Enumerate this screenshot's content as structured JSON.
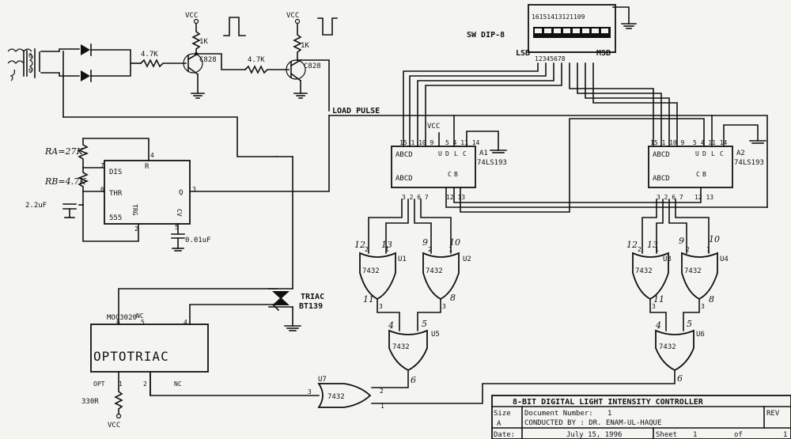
{
  "title_block": {
    "title": "8-BIT DIGITAL LIGHT INTENSITY CONTROLLER",
    "size_label": "Size",
    "size_value": "A",
    "doc_label": "Document Number:",
    "doc_value": "1",
    "conducted": "CONDUCTED BY : DR. ENAM-UL-HAQUE",
    "rev_label": "REV",
    "date_label": "Date:",
    "date_value": "July 15, 1996",
    "sheet_label": "Sheet",
    "sheet_value": "1",
    "of_label": "of",
    "of_value": "1"
  },
  "power": {
    "vcc": "VCC"
  },
  "transformer": {
    "pri": "6",
    "sec": "6"
  },
  "resistors": {
    "r1": "4.7K",
    "r2": "4.7K",
    "r3": "1K",
    "r4": "1K",
    "ra": "RA=27K",
    "rb": "RB=4.7K",
    "r330": "330R"
  },
  "transistors": {
    "q1": "C828",
    "q2": "C828"
  },
  "signals": {
    "load_pulse": "LOAD PULSE"
  },
  "timer": {
    "name": "555",
    "pin_r": "R",
    "pin_dis": "DIS",
    "pin_thr": "THR",
    "pin_trg": "TRG",
    "pin_cv": "CV",
    "pin_q": "Q",
    "n4": "4",
    "n7": "7",
    "n6": "6",
    "n3": "3",
    "n2": "2",
    "n5": "5",
    "cap1": "2.2uF",
    "cap2": "0.01uF"
  },
  "dip": {
    "label": "SW DIP-8",
    "lsb": "LSB",
    "msb": "MSB",
    "top_pins": "16151413121109",
    "bot_pins": "12345678"
  },
  "counters": {
    "a1_ref": "A1",
    "a1_part": "74LS193",
    "a2_ref": "A2",
    "a2_part": "74LS193",
    "in_labels": "ABCD",
    "out_labels": "ABCD",
    "up": "U",
    "dn": "D",
    "ld": "L",
    "clr": "C",
    "co": "C",
    "bo": "B",
    "pins_top": "15 1 10 9",
    "pins_top2": "5 4 11 14",
    "pins_bot": "3 2 6 7",
    "pins_bot2": "12 13"
  },
  "gates": {
    "part": "7432",
    "u1": "U1",
    "u2": "U2",
    "u3": "U3",
    "u4": "U4",
    "u5": "U5",
    "u6": "U6",
    "u7": "U7"
  },
  "opto": {
    "part": "MOC3020",
    "name": "OPTOTRIAC",
    "p6": "6",
    "p5": "5",
    "p4": "4",
    "p1": "1",
    "p2": "2",
    "nc_top": "NC",
    "nc_bot": "NC",
    "opt": "OPT"
  },
  "triac": {
    "name": "TRIAC",
    "part": "BT139"
  },
  "pin_numbers": {
    "p1": "1",
    "p2": "2",
    "p3": "3",
    "p4": "4",
    "p5": "5",
    "p6": "6",
    "p8": "8",
    "p9": "9",
    "p10": "10",
    "p11": "11",
    "p12": "12",
    "p13": "13"
  },
  "hand_notes": {
    "n12a": "12",
    "n13a": "13",
    "n9a": "9",
    "n10a": "10",
    "n11a": "11",
    "n8a": "8",
    "n4a": "4",
    "n5a": "5",
    "n6a": "6",
    "n12b": "12",
    "n13b": "13",
    "n9b": "9",
    "n10b": "10",
    "n11b": "11",
    "n8b": "8",
    "n4b": "4",
    "n5b": "5",
    "n6b": "6"
  }
}
